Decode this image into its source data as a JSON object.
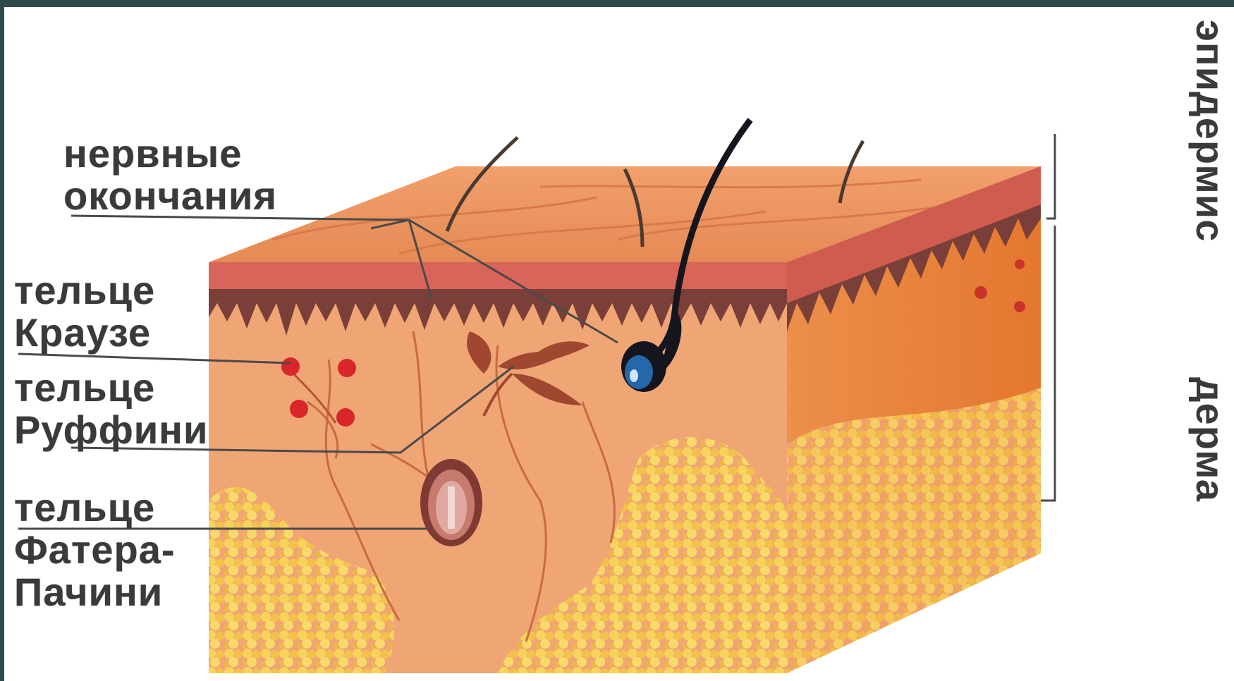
{
  "labels": {
    "nerve_endings": [
      "нервные",
      "окончания"
    ],
    "krause": [
      "тельце",
      "Краузе"
    ],
    "ruffini": [
      "тельце",
      "Руффини"
    ],
    "vater_pacini": [
      "тельце",
      "Фатера-",
      "Пачини"
    ]
  },
  "layers": {
    "epidermis": "эпидермис",
    "dermis": "дерма"
  },
  "colors": {
    "frame_bg": "#2f4a4d",
    "skin_top": "#e9915f",
    "epidermis_band": "#d9645a",
    "papillae": "#7a3f38",
    "dermis_front": "#f0a575",
    "dermis_side": "#e7833f",
    "fat": "#f5cf53",
    "krause_dots": "#d8262a",
    "hair": "#15161d",
    "follicle": "#2567a8",
    "pacini": "#7f3a34",
    "leader_line": "#4a4a4a"
  }
}
